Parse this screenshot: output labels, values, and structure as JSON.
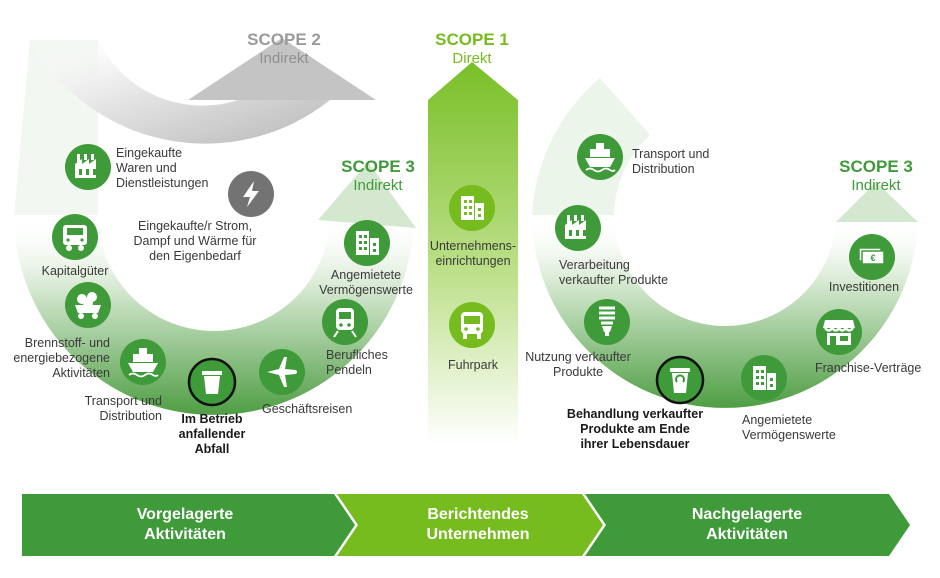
{
  "scope2": {
    "title": "SCOPE 2",
    "subtitle": "Indirekt",
    "item": "Eingekaufte/r Strom, Dampf und Wärme für den Eigenbedarf"
  },
  "scope1": {
    "title": "SCOPE 1",
    "subtitle": "Direkt",
    "items": [
      "Unternehmens-einrichtungen",
      "Fuhrpark"
    ]
  },
  "scope3_left": {
    "title": "SCOPE 3",
    "subtitle": "Indirekt",
    "items": [
      "Eingekaufte Waren und Dienstleistungen",
      "Kapitalgüter",
      "Brennstoff- und energiebezogene Aktivitäten",
      "Transport und Distribution",
      "Im Betrieb anfallender Abfall",
      "Geschäftsreisen",
      "Berufliches Pendeln",
      "Angemietete Vermögenswerte"
    ]
  },
  "scope3_right": {
    "title": "SCOPE 3",
    "subtitle": "Indirekt",
    "items": [
      "Transport und Distribution",
      "Verarbeitung verkaufter Produkte",
      "Nutzung verkaufter Produkte",
      "Behandlung verkaufter Produkte am Ende ihrer Lebensdauer",
      "Angemietete Vermögenswerte",
      "Franchise-Verträge",
      "Investitionen"
    ]
  },
  "bottom_bar": [
    "Vorgelagerte Aktivitäten",
    "Berichtendes Unternehmen",
    "Nachgelagerte Aktivitäten"
  ],
  "colors": {
    "dark_green": "#3f9a3a",
    "light_green": "#77bc1f",
    "gray_arc": "#c8c8c8",
    "icon_dark": "#1a1a1a"
  },
  "icons": [
    "factory-icon",
    "bolt-icon",
    "truck-icon",
    "coal-cart-icon",
    "ship-icon",
    "trash-bin-icon",
    "airplane-icon",
    "train-icon",
    "building-icon",
    "lightbulb-icon",
    "recycle-bin-icon",
    "storefront-icon",
    "money-icon",
    "bus-icon"
  ]
}
